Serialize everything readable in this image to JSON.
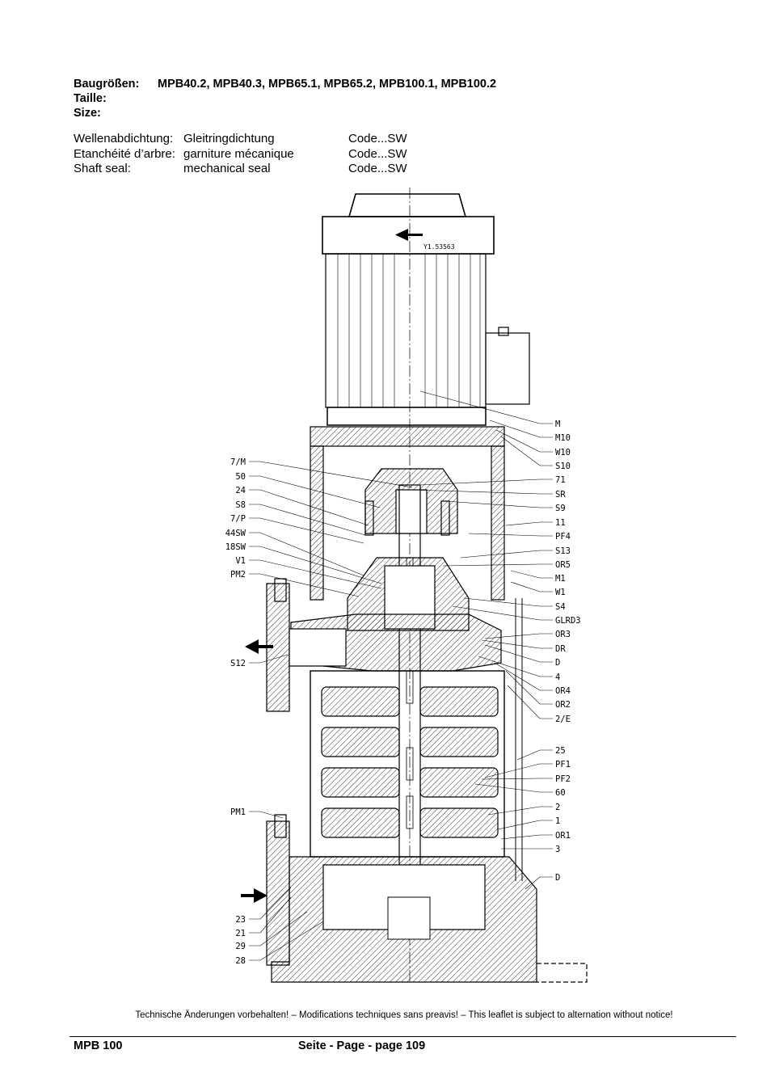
{
  "header": {
    "size_key_de": "Baugrößen:",
    "size_value": "MPB40.2, MPB40.3, MPB65.1, MPB65.2, MPB100.1, MPB100.2",
    "size_key_fr": "Taille:",
    "size_key_en": "Size:"
  },
  "shaft_seal": [
    {
      "label": "Wellenabdichtung:",
      "value": "Gleitringdichtung",
      "code": "Code...SW"
    },
    {
      "label": "Etanchéité d’arbre:",
      "value": "garniture mécanique",
      "code": "Code...SW"
    },
    {
      "label": "Shaft seal:",
      "value": "mechanical seal",
      "code": "Code...SW"
    }
  ],
  "drawing": {
    "drawing_number": "Y1.53563",
    "left_labels": [
      "7/M",
      "50",
      "24",
      "S8",
      "7/P",
      "44SW",
      "18SW",
      "V1",
      "PM2",
      "S12",
      "PM1",
      "23",
      "21",
      "29",
      "28"
    ],
    "right_labels": [
      "M",
      "M10",
      "W10",
      "S10",
      "71",
      "SR",
      "S9",
      "11",
      "PF4",
      "S13",
      "OR5",
      "M1",
      "W1",
      "S4",
      "GLRD3",
      "OR3",
      "DR",
      "D",
      "4",
      "OR4",
      "OR2",
      "2/E",
      "25",
      "PF1",
      "PF2",
      "60",
      "2",
      "1",
      "OR1",
      "3",
      "D"
    ]
  },
  "footer": {
    "disclaimer": "Technische Änderungen vorbehalten! – Modifications techniques sans preavis! – This leaflet is subject to alternation without notice!",
    "model": "MPB 100",
    "page": "Seite - Page - page 109"
  }
}
